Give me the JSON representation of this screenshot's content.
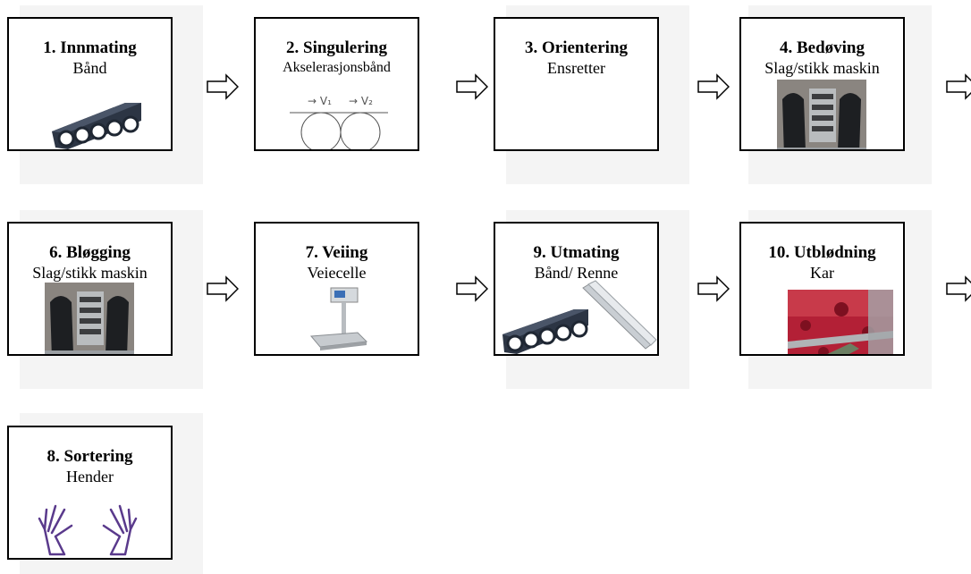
{
  "steps": [
    {
      "title": "1. Innmating",
      "subtitle": "Bånd",
      "icon": "conveyor-belt-icon"
    },
    {
      "title": "2. Singulering",
      "subtitle": "Akselerasjonsbånd",
      "icon": "roller-speed-diagram",
      "labels": [
        "→ V₁",
        "→ V₂"
      ]
    },
    {
      "title": "3. Orientering",
      "subtitle": "Ensretter"
    },
    {
      "title": "4. Bedøving",
      "subtitle": "Slag/stikk maskin",
      "icon": "stunning-machine-photo"
    },
    {
      "title": "6. Bløgging",
      "subtitle": "Slag/stikk maskin",
      "icon": "stunning-machine-photo"
    },
    {
      "title": "7. Veiing",
      "subtitle": "Veiecelle",
      "icon": "weighing-scale-icon"
    },
    {
      "title": "9. Utmating",
      "subtitle": "Bånd/ Renne",
      "icon": "conveyor-and-chute-icon"
    },
    {
      "title": "10. Utblødning",
      "subtitle": "Kar",
      "icon": "bleeding-tank-photo"
    },
    {
      "title": "8. Sortering",
      "subtitle": "Hender",
      "icon": "hands-icon"
    }
  ],
  "arrow_icon": "hollow-right-arrow-icon"
}
